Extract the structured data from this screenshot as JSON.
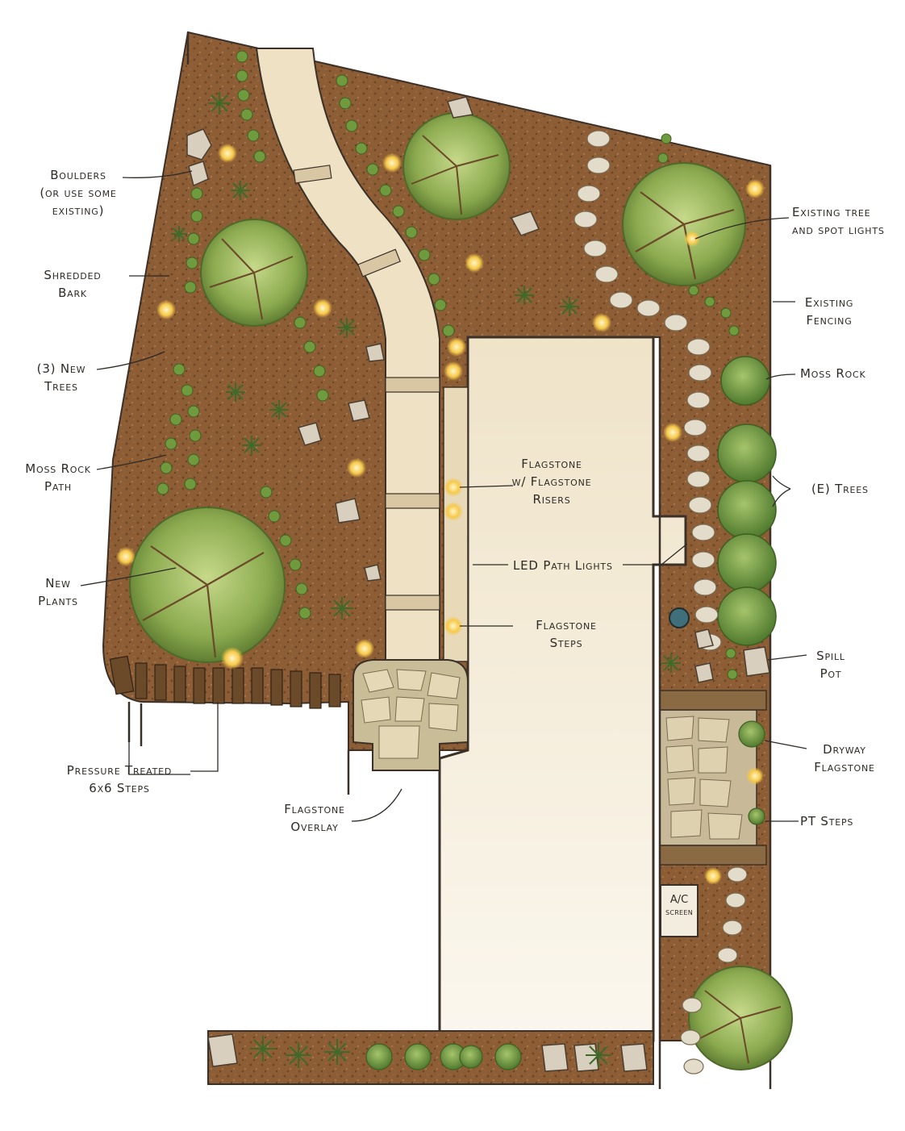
{
  "labels": {
    "boulders": [
      "Boulders",
      "(or use some",
      "existing)"
    ],
    "shredded_bark": [
      "Shredded",
      "Bark"
    ],
    "new_trees": [
      "(3) New",
      "Trees"
    ],
    "moss_rock_path": [
      "Moss Rock",
      "Path"
    ],
    "new_plants": [
      "New",
      "Plants"
    ],
    "pt_6x6_steps": [
      "Pressure Treated",
      "6x6 Steps"
    ],
    "flagstone_overlay": [
      "Flagstone",
      "Overlay"
    ],
    "flagstone_risers": [
      "Flagstone",
      "w/ Flagstone",
      "Risers"
    ],
    "led_path_lights": "LED Path Lights",
    "flagstone_steps": [
      "Flagstone",
      "Steps"
    ],
    "existing_tree_spot_lights": [
      "Existing tree",
      "and spot lights"
    ],
    "existing_fencing": [
      "Existing",
      "Fencing"
    ],
    "moss_rock": "Moss Rock",
    "e_trees": "(E) Trees",
    "spill_pot": [
      "Spill",
      "Pot"
    ],
    "dryway_flagstone": [
      "Dryway",
      "Flagstone"
    ],
    "pt_steps": "PT Steps",
    "ac_screen": [
      "A/C",
      "SCREEN"
    ]
  },
  "colors": {
    "bark": "#8d5d35",
    "patio": "#f1e7d2",
    "tree": "#8cab50",
    "shrub": "#5f8a38",
    "ink": "#3b3128",
    "light": "#f6c94a"
  }
}
